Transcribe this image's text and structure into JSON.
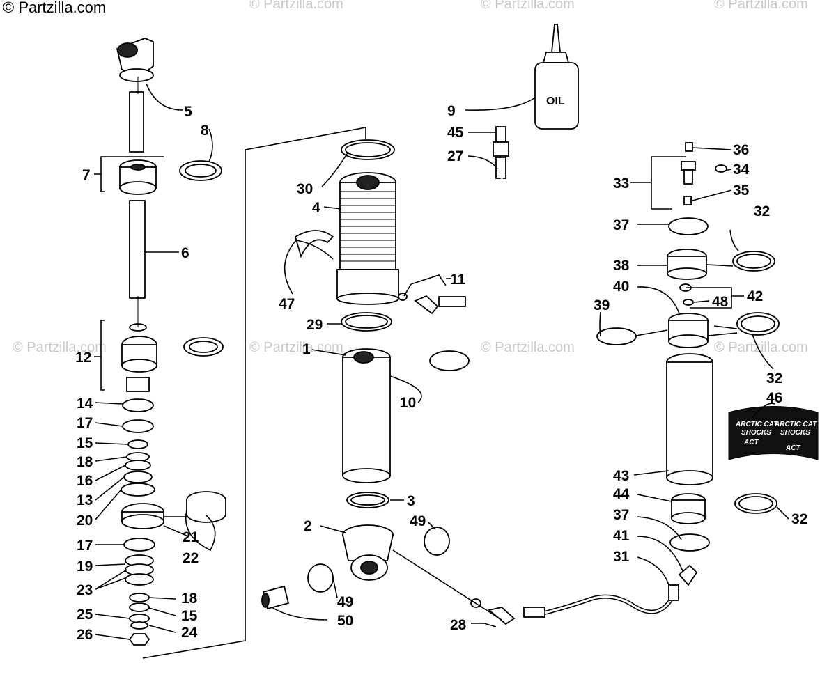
{
  "watermarks": {
    "corner": "© Partzilla.com",
    "repeat": "© Partzilla.com"
  },
  "bottle_text": "OIL",
  "decal": {
    "left_line1": "ARCTIC CAT",
    "left_line2": "SHOCKS",
    "right_line1": "ARCTIC CAT",
    "right_line2": "SHOCKS",
    "logo": "ACT"
  },
  "callouts": {
    "c5": "5",
    "c8": "8",
    "c7": "7",
    "c6": "6",
    "c12": "12",
    "c14": "14",
    "c17a": "17",
    "c15a": "15",
    "c18a": "18",
    "c16": "16",
    "c13": "13",
    "c20": "20",
    "c21": "21",
    "c22": "22",
    "c17b": "17",
    "c19": "19",
    "c23": "23",
    "c18b": "18",
    "c15b": "15",
    "c25": "25",
    "c24": "24",
    "c26": "26",
    "c9": "9",
    "c45": "45",
    "c27": "27",
    "c30": "30",
    "c4": "4",
    "c11": "11",
    "c47": "47",
    "c29": "29",
    "c1": "1",
    "c10": "10",
    "c3": "3",
    "c2": "2",
    "c49a": "49",
    "c49b": "49",
    "c50": "50",
    "c28": "28",
    "c36": "36",
    "c33": "33",
    "c34": "34",
    "c35": "35",
    "c37a": "37",
    "c32a": "32",
    "c38": "38",
    "c40": "40",
    "c42": "42",
    "c48": "48",
    "c39": "39",
    "c32b": "32",
    "c46": "46",
    "c43": "43",
    "c44": "44",
    "c32c": "32",
    "c37b": "37",
    "c41": "41",
    "c31": "31"
  }
}
